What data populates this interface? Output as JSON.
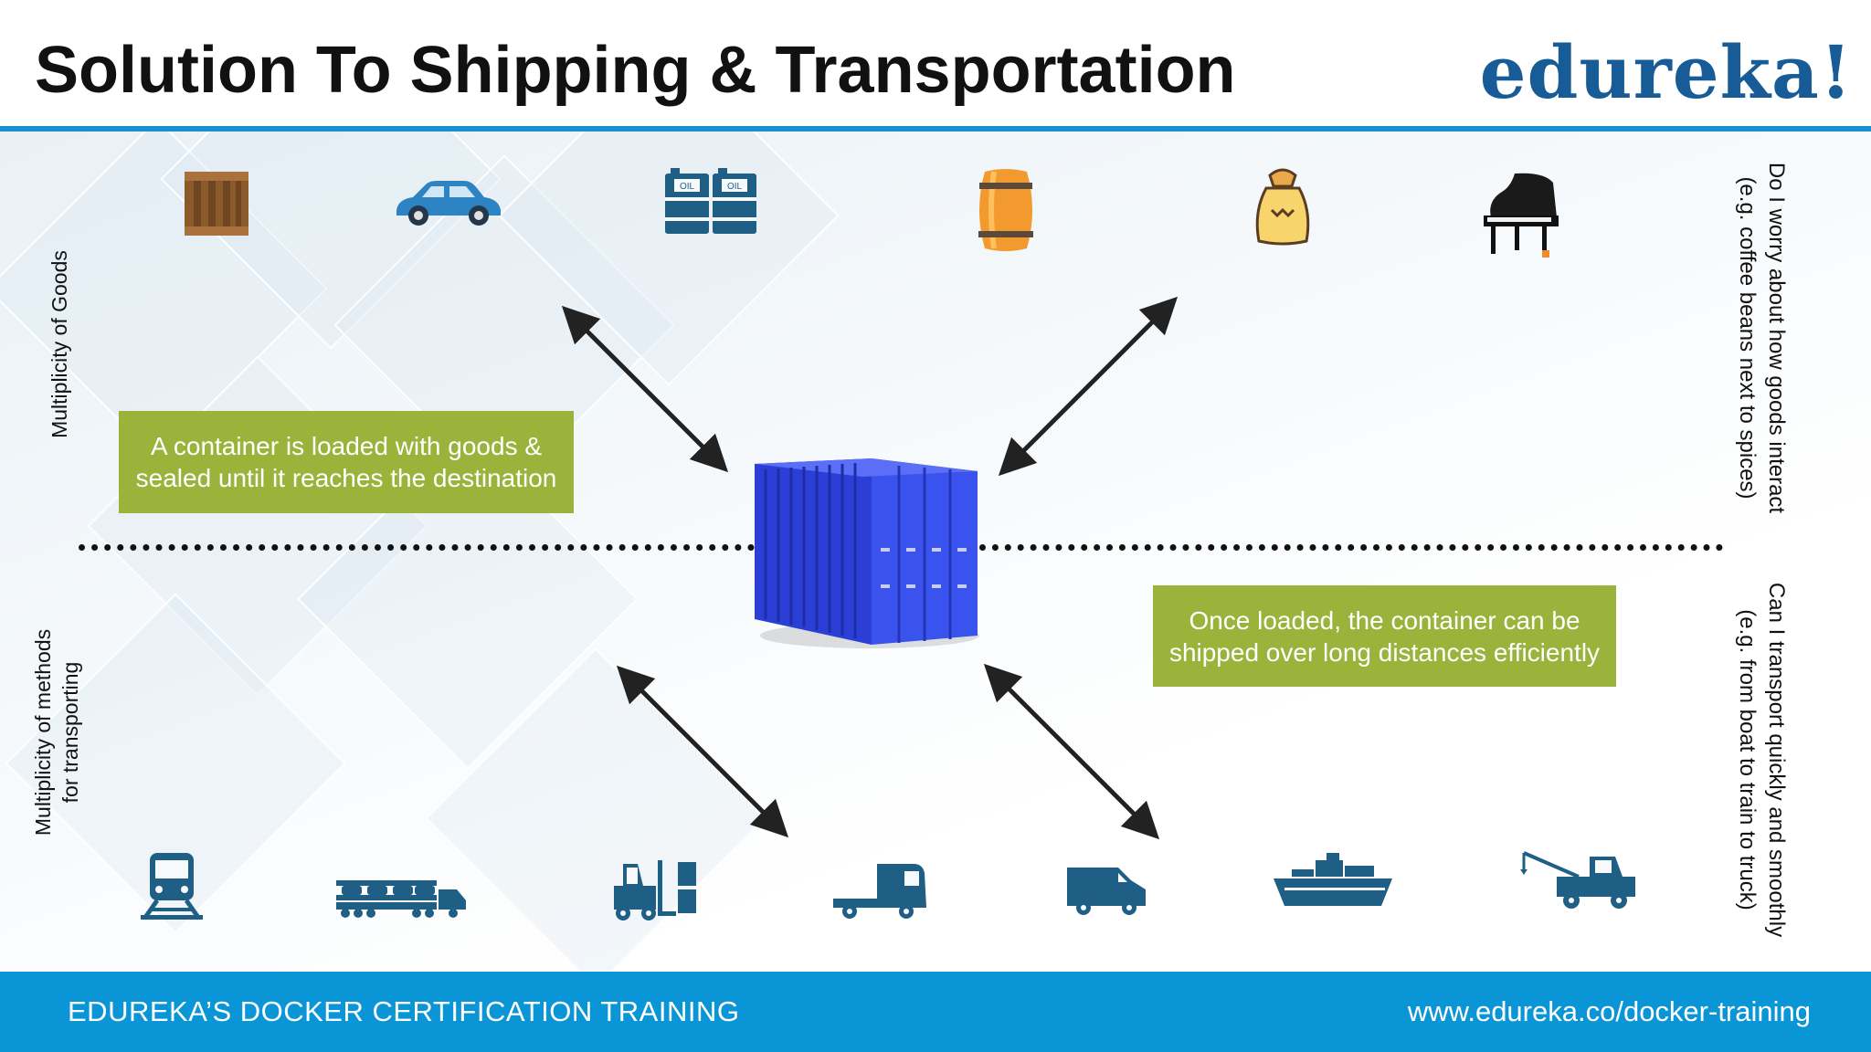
{
  "header": {
    "title": "Solution To Shipping & Transportation",
    "logo_text": "edureka!"
  },
  "goods_icons": [
    "wooden-crate-icon",
    "car-icon",
    "oil-barrels-icon",
    "wooden-barrel-icon",
    "sack-icon",
    "grand-piano-icon"
  ],
  "oil_label": "OIL",
  "transport_icons": [
    "train-icon",
    "car-carrier-truck-icon",
    "forklift-icon",
    "semi-truck-icon",
    "delivery-van-icon",
    "cargo-ship-icon",
    "tow-truck-icon"
  ],
  "labels": {
    "goods": "Multiplicity of Goods",
    "methods_line1": "Multiplicity of methods",
    "methods_line2": "for transporting",
    "interact_line1": "Do I worry about how goods interact",
    "interact_line2": "(e.g. coffee beans next to spices)",
    "transport_line1": "Can I transport quickly and smoothly",
    "transport_line2": "(e.g. from boat to train to truck)"
  },
  "callouts": {
    "loaded_line1": "A container is loaded with goods &",
    "loaded_line2": "sealed until it reaches the destination",
    "shipped_line1": "Once loaded, the container can be",
    "shipped_line2": "shipped over long distances efficiently"
  },
  "footer": {
    "course": "EDUREKA’S DOCKER CERTIFICATION TRAINING",
    "url": "www.edureka.co/docker-training"
  },
  "colors": {
    "accent_blue": "#1a8fd3",
    "footer_blue": "#0a95d6",
    "logo_blue": "#175c96",
    "callout_green": "#9bb33a",
    "icon_navy": "#1f5f86",
    "container_blue": "#2b3fd6"
  }
}
